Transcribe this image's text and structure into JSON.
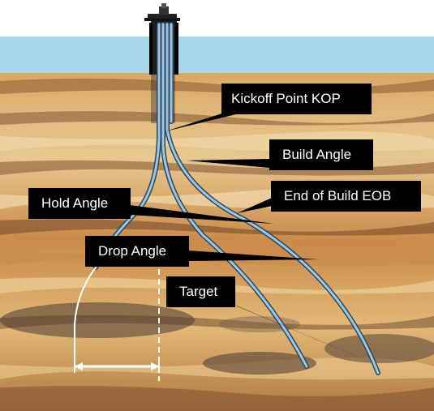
{
  "labels": {
    "kickoff_point": "Kickoff Point KOP",
    "build_angle": "Build Angle",
    "end_of_build": "End of Build EOB",
    "hold_angle": "Hold Angle",
    "drop_angle": "Drop Angle",
    "target": "Target"
  },
  "colors": {
    "sky": "#a8d8ea",
    "rock_light": "#e8c890",
    "rock_mid": "#c98a4a",
    "rock_dark": "#5a3a22",
    "pipe": "#9fc4dc",
    "pipe_edge": "#2a4a66",
    "label_bg": "#000000",
    "label_text": "#ffffff"
  },
  "icons": {
    "platform": "offshore-drilling-rig-icon"
  }
}
